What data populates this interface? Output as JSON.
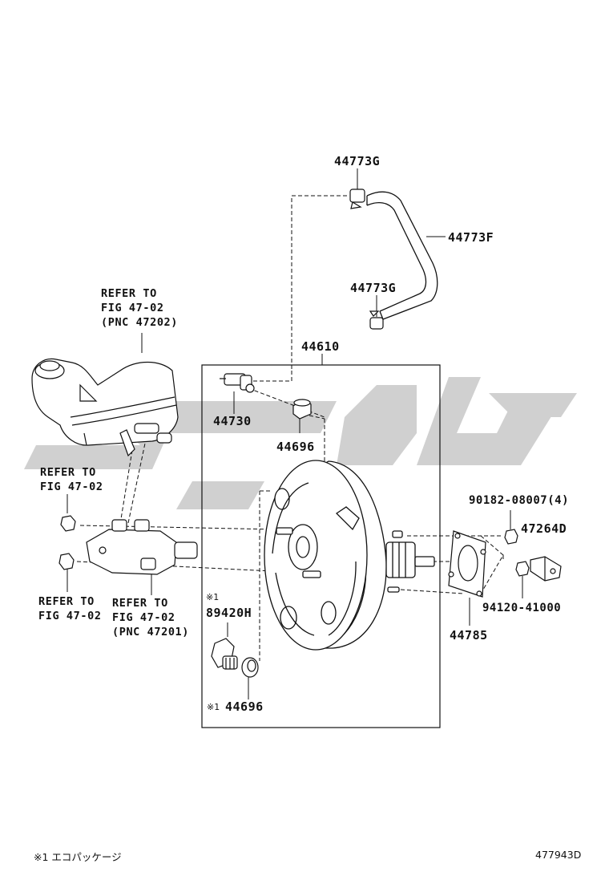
{
  "parts": {
    "p44773G_top": "44773G",
    "p44773F": "44773F",
    "p44773G_mid": "44773G",
    "p44610": "44610",
    "p44730": "44730",
    "p44696_top": "44696",
    "p90182": "90182-08007(4)",
    "p47264D": "47264D",
    "p94120": "94120-41000",
    "p44785": "44785",
    "p89420H": "89420H",
    "p44696_bot": "44696"
  },
  "refs": {
    "reservoir": [
      "REFER TO",
      "FIG 47-02",
      "(PNC 47202)"
    ],
    "left_upper": [
      "REFER TO",
      "FIG 47-02"
    ],
    "left_lower": [
      "REFER TO",
      "FIG 47-02"
    ],
    "master_cyl": [
      "REFER TO",
      "FIG 47-02",
      "(PNC 47201)"
    ]
  },
  "marks": {
    "note_mark": "※1",
    "bottom_mark": "※1"
  },
  "footer": {
    "note": "※1 エコパッケージ",
    "code": "477943D"
  },
  "colors": {
    "line": "#111111",
    "watermark": "#d2d2d2"
  }
}
